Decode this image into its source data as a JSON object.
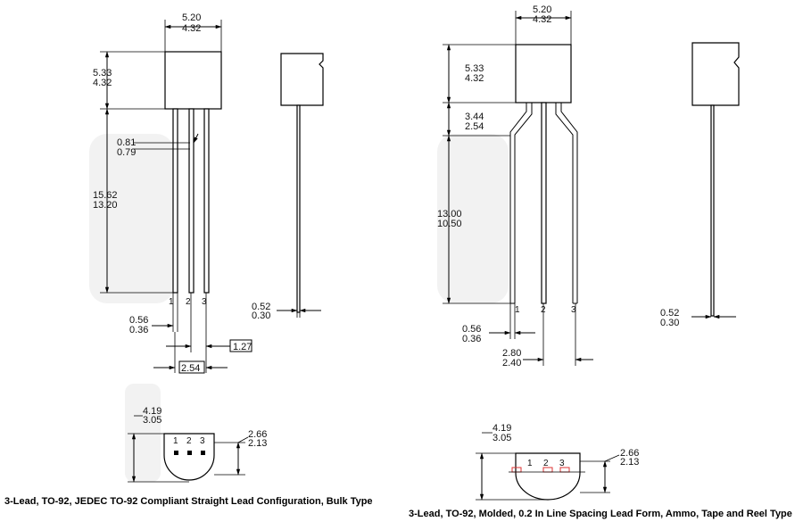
{
  "left_drawing": {
    "top_width": [
      "5.20",
      "4.32"
    ],
    "body_height": [
      "5.33",
      "4.32"
    ],
    "lead_width": [
      "0.81",
      "0.79"
    ],
    "lead_length": [
      "15.62",
      "13.20"
    ],
    "pin_labels": [
      "1",
      "2",
      "3"
    ],
    "lead_thickness": [
      "0.56",
      "0.36"
    ],
    "side_thickness": [
      "0.52",
      "0.30"
    ],
    "half_pitch": "1.27",
    "pitch": "2.54",
    "bottom_height": [
      "4.19",
      "3.05"
    ],
    "bottom_flat": [
      "2.66",
      "2.13"
    ],
    "caption": "3-Lead, TO-92, JEDEC TO-92 Compliant Straight Lead Configuration, Bulk Type"
  },
  "right_drawing": {
    "top_width": [
      "5.20",
      "4.32"
    ],
    "body_height": [
      "5.33",
      "4.32"
    ],
    "bend_height": [
      "3.44",
      "2.54"
    ],
    "lead_length": [
      "13.00",
      "10.50"
    ],
    "pin_labels": [
      "1",
      "2",
      "3"
    ],
    "lead_thickness": [
      "0.56",
      "0.36"
    ],
    "side_thickness": [
      "0.52",
      "0.30"
    ],
    "spacing": [
      "2.80",
      "2.40"
    ],
    "bottom_height": [
      "4.19",
      "3.05"
    ],
    "bottom_flat": [
      "2.66",
      "2.13"
    ],
    "caption": "3-Lead, TO-92, Molded, 0.2 In Line Spacing Lead Form, Ammo, Tape and Reel Type"
  }
}
